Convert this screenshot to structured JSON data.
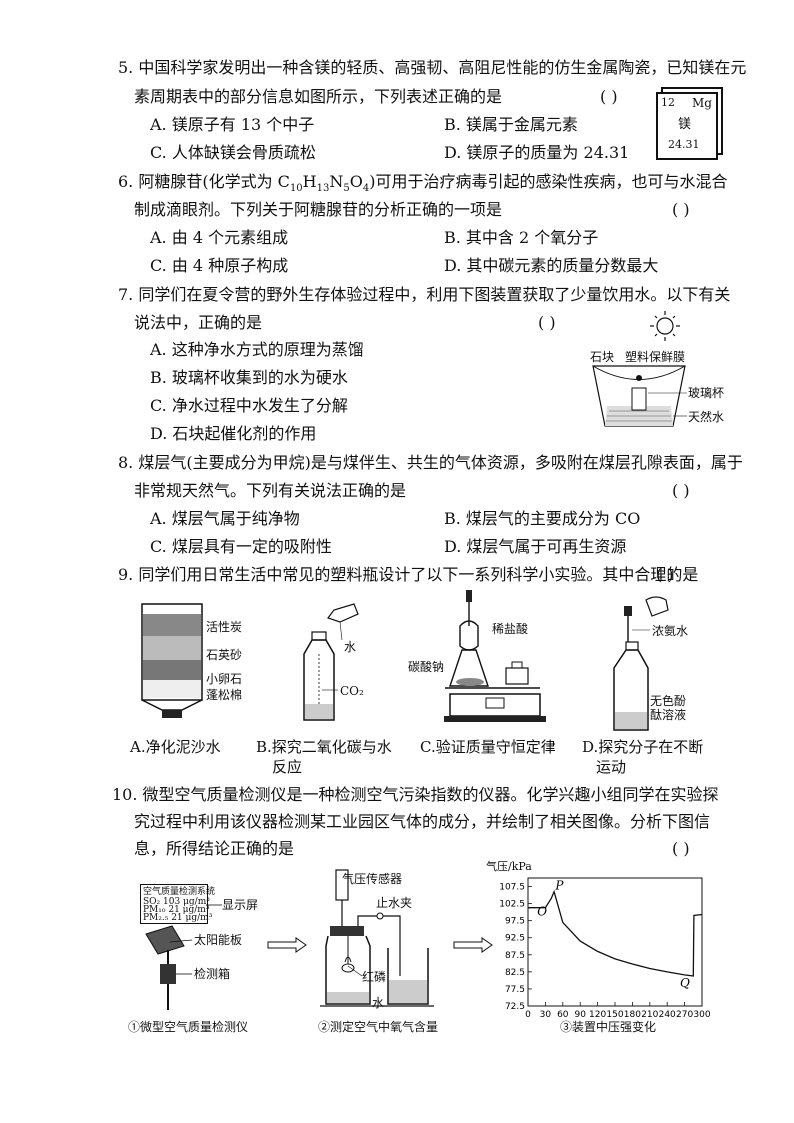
{
  "q5": {
    "line1": "5. 中国科学家发明出一种含镁的轻质、高强韧、高阻尼性能的仿生金属陶瓷，已知镁在元",
    "line2": "素周期表中的部分信息如图所示，下列表述正确的是",
    "bracket": "(      )",
    "opts": [
      "A. 镁原子有 13 个中子",
      "B. 镁属于金属元素",
      "C. 人体缺镁会骨质疏松",
      "D. 镁原子的质量为 24.31"
    ],
    "card": {
      "number": "12",
      "symbol": "Mg",
      "name": "镁",
      "mass": "24.31"
    }
  },
  "q6": {
    "line1_pre": "6. 阿糖腺苷(化学式为 C",
    "s1": "10",
    "h": "H",
    "s2": "13",
    "n": "N",
    "s3": "5",
    "o": "O",
    "s4": "4",
    "line1_post": ")可用于治疗病毒引起的感染性疾病，也可与水混合",
    "line2": "制成滴眼剂。下列关于阿糖腺苷的分析正确的一项是",
    "bracket": "(      )",
    "opts": [
      "A. 由 4 个元素组成",
      "B. 其中含 2 个氧分子",
      "C. 由 4 种原子构成",
      "D. 其中碳元素的质量分数最大"
    ]
  },
  "q7": {
    "line1": "7. 同学们在夏令营的野外生存体验过程中，利用下图装置获取了少量饮用水。以下有关",
    "line2": "说法中，正确的是",
    "bracket": "(      )",
    "opts": [
      "A. 这种净水方式的原理为蒸馏",
      "B. 玻璃杯收集到的水为硬水",
      "C. 净水过程中水发生了分解",
      "D. 石块起催化剂的作用"
    ],
    "labels": {
      "stone": "石块",
      "film": "塑料保鲜膜",
      "cup": "玻璃杯",
      "water": "天然水"
    }
  },
  "q8": {
    "line1": "8. 煤层气(主要成分为甲烷)是与煤伴生、共生的气体资源，多吸附在煤层孔隙表面，属于",
    "line2": "非常规天然气。下列有关说法正确的是",
    "bracket": "(      )",
    "opts": [
      "A. 煤层气属于纯净物",
      "B. 煤层气的主要成分为 CO",
      "C. 煤层具有一定的吸附性",
      "D. 煤层气属于可再生资源"
    ]
  },
  "q9": {
    "line1": "9. 同学们用日常生活中常见的塑料瓶设计了以下一系列科学小实验。其中合理的是",
    "bracket": "(      )",
    "labelsA": [
      "活性炭",
      "石英砂",
      "小卵石",
      "蓬松棉"
    ],
    "labelB_water": "水",
    "labelB_co2": "CO₂",
    "labelC_acid": "稀盐酸",
    "labelC_salt": "碳酸钠",
    "labelD_ammonia": "浓氨水",
    "labelD_phenol1": "无色酚",
    "labelD_phenol2": "酞溶液",
    "caps": [
      "A.净化泥沙水",
      "B.探究二氧化碳与水",
      "反应",
      "C.验证质量守恒定律",
      "D.探究分子在不断",
      "运动"
    ]
  },
  "q10": {
    "line1": "10. 微型空气质量检测仪是一种检测空气污染指数的仪器。化学兴趣小组同学在实验探",
    "line2": "究过程中利用该仪器检测某工业园区气体的成分，并绘制了相关图像。分析下图信",
    "line3": "息，所得结论正确的是",
    "bracket": "(      )",
    "screen_title": "空气质量检测系统",
    "screen_rows": [
      "SO₂ 103 μg/m³",
      "PM₁₀ 21 μg/m³",
      "PM₂.₅ 21 μg/m³"
    ],
    "labels": {
      "screen": "显示屏",
      "panel": "太阳能板",
      "box": "检测箱",
      "sensor": "气压传感器",
      "clamp": "止水夹",
      "phos": "红磷",
      "water": "水"
    },
    "caps": [
      "①微型空气质量检测仪",
      "②测定空气中氧气含量",
      "③装置中压强变化"
    ]
  },
  "chart_data": {
    "type": "line",
    "ylabel": "气压/kPa",
    "xlabel": "",
    "yticks": [
      72.5,
      77.5,
      82.5,
      87.5,
      92.5,
      97.5,
      102.5,
      107.5
    ],
    "xticks": [
      0,
      30,
      60,
      90,
      120,
      150,
      180,
      210,
      240,
      270,
      300
    ],
    "xlim": [
      0,
      300
    ],
    "ylim": [
      72.5,
      110
    ],
    "points_labels": [
      "P",
      "O",
      "Q"
    ],
    "series": [
      {
        "x": [
          0,
          30,
          40,
          45,
          60,
          90,
          120,
          150,
          180,
          210,
          240,
          270,
          285,
          286,
          300
        ],
        "y": [
          101.3,
          101.3,
          104,
          106,
          97,
          91.5,
          88.5,
          86.3,
          84.8,
          83.5,
          82.5,
          81.6,
          81.3,
          99,
          99.3
        ]
      }
    ]
  }
}
